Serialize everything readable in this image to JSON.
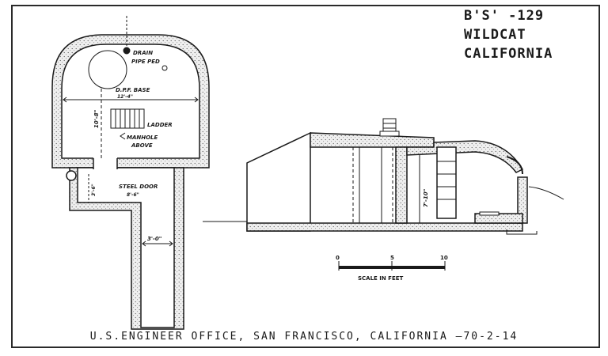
{
  "title": {
    "line1": "B'S' -129",
    "line2": "WILDCAT",
    "line3": "CALIFORNIA"
  },
  "plan_labels": {
    "drain": "DRAIN",
    "pipe_ped": "PIPE PED",
    "dpf_base": "D.P.F. BASE",
    "dpf_base_dim": "12'-4\"",
    "vertical_dim": "10'-8\"",
    "ladder": "LADDER",
    "manhole": "MANHOLE",
    "above": "ABOVE",
    "steel_door": "STEEL DOOR",
    "steel_door_dim": "8'-6\"",
    "passage_dim": "3'-6\"",
    "corridor_width": "3'-0\""
  },
  "section_labels": {
    "height_dim": "7'-10\""
  },
  "scale": {
    "tick0": "0",
    "tick5": "5",
    "tick10": "10",
    "label": "SCALE IN FEET"
  },
  "footer": "U.S.ENGINEER OFFICE, SAN FRANCISCO, CALIFORNIA —70-2-14",
  "colors": {
    "ink": "#1a1a1a",
    "paper": "#ffffff",
    "concrete": "#ededed"
  }
}
